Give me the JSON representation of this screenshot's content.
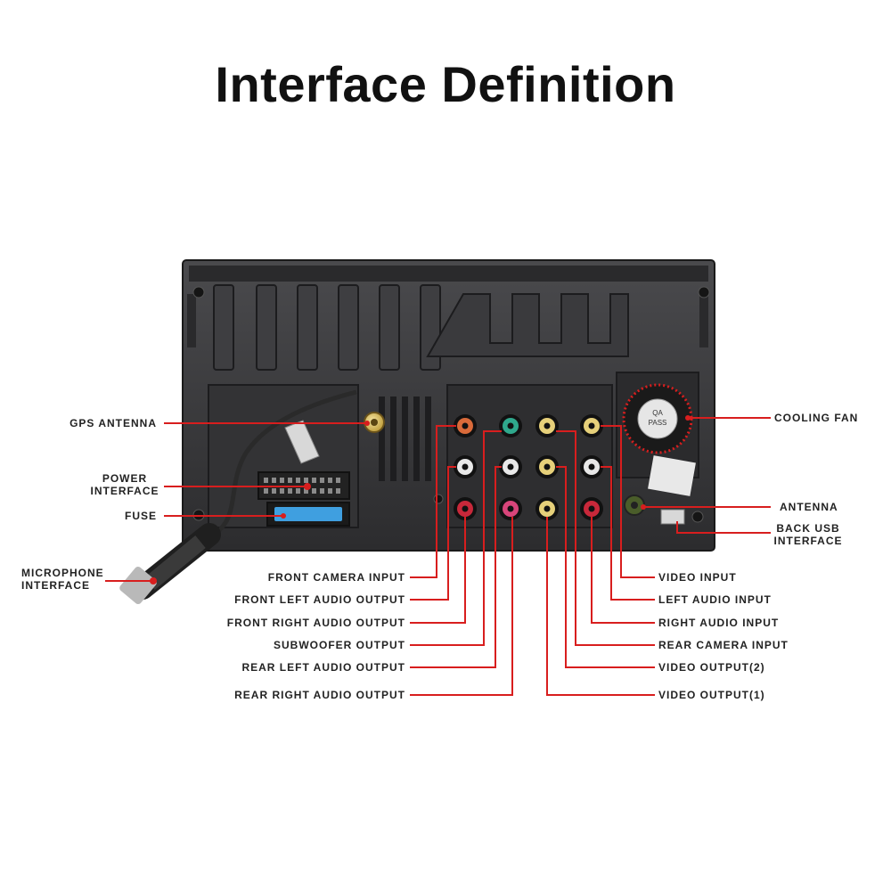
{
  "title": "Interface Definition",
  "labels": {
    "gps_antenna": "GPS ANTENNA",
    "power_interface_1": "POWER",
    "power_interface_2": "INTERFACE",
    "fuse": "FUSE",
    "microphone_1": "MICROPHONE",
    "microphone_2": "INTERFACE",
    "cooling_fan": "COOLING FAN",
    "antenna": "ANTENNA",
    "back_usb_1": "BACK USB",
    "back_usb_2": "INTERFACE",
    "front_camera_input": "FRONT CAMERA INPUT",
    "front_left_audio_output": "FRONT LEFT AUDIO OUTPUT",
    "front_right_audio_output": "FRONT RIGHT AUDIO OUTPUT",
    "subwoofer_output": "SUBWOOFER OUTPUT",
    "rear_left_audio_output": "REAR LEFT AUDIO OUTPUT",
    "rear_right_audio_output": "REAR RIGHT AUDIO OUTPUT",
    "video_input": "VIDEO INPUT",
    "left_audio_input": "LEFT AUDIO INPUT",
    "right_audio_input": "RIGHT AUDIO INPUT",
    "rear_camera_input": "REAR CAMERA INPUT",
    "video_output_2": "VIDEO OUTPUT(2)",
    "video_output_1": "VIDEO OUTPUT(1)"
  },
  "fan_badge_1": "QA",
  "fan_badge_2": "PASS",
  "colors": {
    "line": "#d81e1e",
    "housing": "#3a3a3c",
    "housing_dark": "#1f1f21",
    "rca_red": "#c8283a",
    "rca_white": "#e8e8e8",
    "rca_yellow": "#e6d07a",
    "rca_green": "#2fa88c",
    "rca_orange": "#d96a3a"
  }
}
